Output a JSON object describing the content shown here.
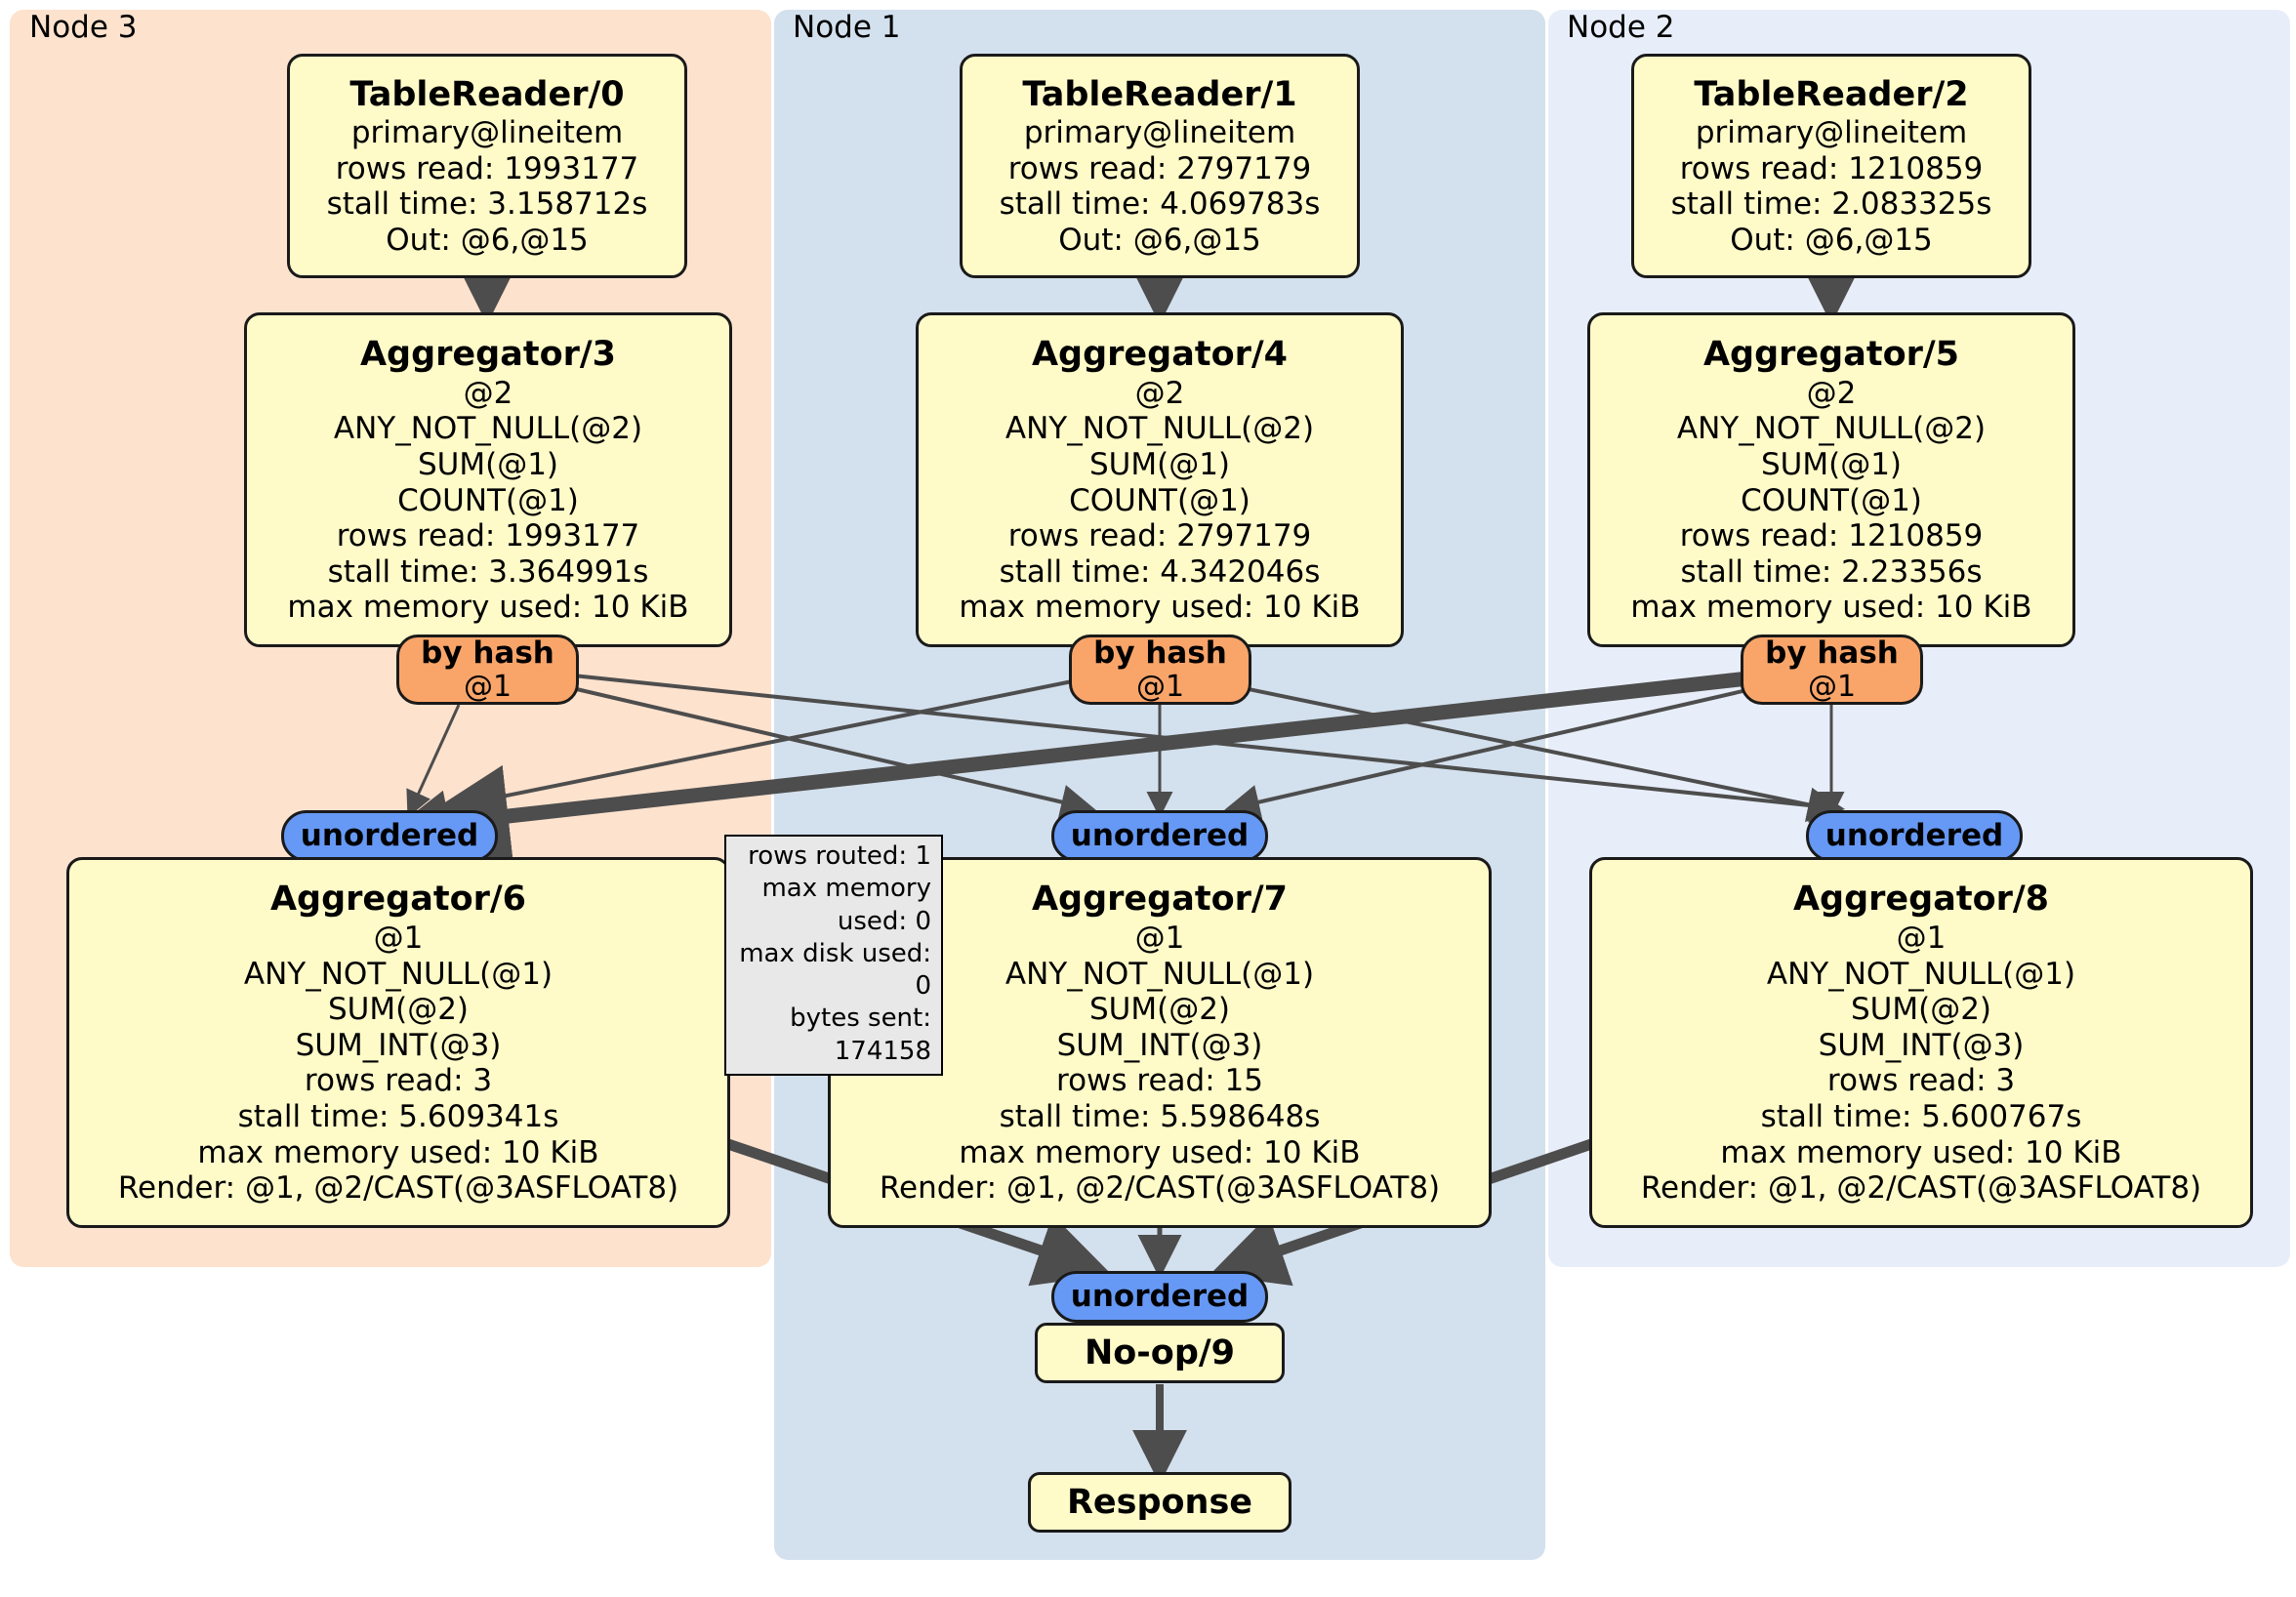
{
  "clusters": [
    {
      "id": "node3",
      "label": "Node 3",
      "color": "#FDE2CE"
    },
    {
      "id": "node1",
      "label": "Node 1",
      "color": "#D3E0ED"
    },
    {
      "id": "node2",
      "label": "Node 2",
      "color": "#E8EEF9"
    }
  ],
  "nodes": {
    "tablereader0": {
      "title": "TableReader/0",
      "lines": [
        "primary@lineitem",
        "rows read: 1993177",
        "stall time: 3.158712s",
        "Out: @6,@15"
      ]
    },
    "tablereader1": {
      "title": "TableReader/1",
      "lines": [
        "primary@lineitem",
        "rows read: 2797179",
        "stall time: 4.069783s",
        "Out: @6,@15"
      ]
    },
    "tablereader2": {
      "title": "TableReader/2",
      "lines": [
        "primary@lineitem",
        "rows read: 1210859",
        "stall time: 2.083325s",
        "Out: @6,@15"
      ]
    },
    "aggregator3": {
      "title": "Aggregator/3",
      "lines": [
        "@2",
        "ANY_NOT_NULL(@2)",
        "SUM(@1)",
        "COUNT(@1)",
        "rows read: 1993177",
        "stall time: 3.364991s",
        "max memory used: 10 KiB"
      ]
    },
    "aggregator4": {
      "title": "Aggregator/4",
      "lines": [
        "@2",
        "ANY_NOT_NULL(@2)",
        "SUM(@1)",
        "COUNT(@1)",
        "rows read: 2797179",
        "stall time: 4.342046s",
        "max memory used: 10 KiB"
      ]
    },
    "aggregator5": {
      "title": "Aggregator/5",
      "lines": [
        "@2",
        "ANY_NOT_NULL(@2)",
        "SUM(@1)",
        "COUNT(@1)",
        "rows read: 1210859",
        "stall time: 2.23356s",
        "max memory used: 10 KiB"
      ]
    },
    "aggregator6": {
      "title": "Aggregator/6",
      "lines": [
        "@1",
        "ANY_NOT_NULL(@1)",
        "SUM(@2)",
        "SUM_INT(@3)",
        "rows read: 3",
        "stall time: 5.609341s",
        "max memory used: 10 KiB",
        "Render: @1, @2/CAST(@3ASFLOAT8)"
      ]
    },
    "aggregator7": {
      "title": "Aggregator/7",
      "lines": [
        "@1",
        "ANY_NOT_NULL(@1)",
        "SUM(@2)",
        "SUM_INT(@3)",
        "rows read: 15",
        "stall time: 5.598648s",
        "max memory used: 10 KiB",
        "Render: @1, @2/CAST(@3ASFLOAT8)"
      ]
    },
    "aggregator8": {
      "title": "Aggregator/8",
      "lines": [
        "@1",
        "ANY_NOT_NULL(@1)",
        "SUM(@2)",
        "SUM_INT(@3)",
        "rows read: 3",
        "stall time: 5.600767s",
        "max memory used: 10 KiB",
        "Render: @1, @2/CAST(@3ASFLOAT8)"
      ]
    },
    "noop9": {
      "title": "No-op/9"
    },
    "response": {
      "title": "Response"
    }
  },
  "routers": {
    "byhash3": {
      "label": "by hash",
      "sub": "@1"
    },
    "byhash4": {
      "label": "by hash",
      "sub": "@1"
    },
    "byhash5": {
      "label": "by hash",
      "sub": "@1"
    }
  },
  "receivers": {
    "unordered6": {
      "label": "unordered"
    },
    "unordered7": {
      "label": "unordered"
    },
    "unordered8": {
      "label": "unordered"
    },
    "unordered9": {
      "label": "unordered"
    }
  },
  "edge_label": {
    "rows_routed": "rows routed: 1",
    "max_memory_used": "max memory used: 0",
    "max_disk_used": "max disk used: 0",
    "bytes_sent": "bytes sent: 174158"
  },
  "colors": {
    "node_fill": "#FFFBC9",
    "router_fill": "#F9A569",
    "receiver_fill": "#6699F5",
    "edge": "#4d4d4d",
    "stroke": "#1a1a1a"
  }
}
